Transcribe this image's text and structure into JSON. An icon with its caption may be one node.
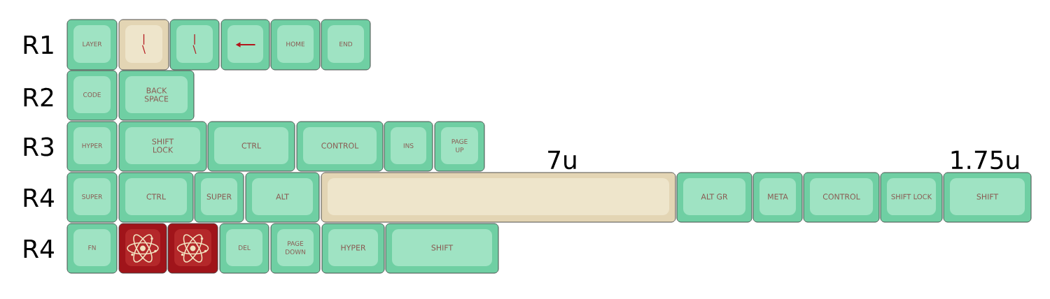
{
  "diagram": {
    "nodes": [
      {
        "text": [
          "LAYER"
        ]
      },
      {
        "text": [
          "| \\"
        ]
      },
      {
        "text": [
          "| \\"
        ]
      },
      {
        "text": [],
        "shape": "picture"
      },
      {
        "text": [
          "HOME"
        ]
      },
      {
        "text": [
          "END"
        ]
      },
      {
        "text": [
          "CODE"
        ]
      },
      {
        "text": [
          "BACK SPACE"
        ]
      },
      {
        "text": [
          "HYPER"
        ]
      },
      {
        "text": [
          "SHIFT LOCK"
        ]
      },
      {
        "text": [
          "CTRL"
        ]
      },
      {
        "text": [
          "CONTROL"
        ]
      },
      {
        "text": [
          "INS"
        ]
      },
      {
        "text": [
          "PAGE UP"
        ]
      },
      {
        "text": [
          "SUPER"
        ]
      },
      {
        "text": [
          "CTRL"
        ]
      },
      {
        "text": [
          "SUPER"
        ]
      },
      {
        "text": [
          "ALT"
        ]
      },
      {
        "text": [],
        "shape": "box"
      },
      {
        "text": [
          "ALT GR"
        ]
      },
      {
        "text": [
          "META"
        ]
      },
      {
        "text": [
          "CONTROL"
        ]
      },
      {
        "text": [
          "SHIFT LOCK"
        ]
      },
      {
        "text": [
          "SHIFT"
        ]
      },
      {
        "text": [
          "FN"
        ]
      },
      {
        "text": [],
        "shape": "picture"
      },
      {
        "text": [],
        "shape": "picture"
      },
      {
        "text": [
          "DEL"
        ]
      },
      {
        "text": [
          "PAGE DOWN"
        ]
      },
      {
        "text": [
          "HYPER"
        ]
      },
      {
        "text": [
          "SHIFT"
        ]
      }
    ],
    "labels": [
      "R1",
      "R2",
      "R3",
      "R4",
      "R4",
      "7u",
      "1.75u"
    ]
  }
}
